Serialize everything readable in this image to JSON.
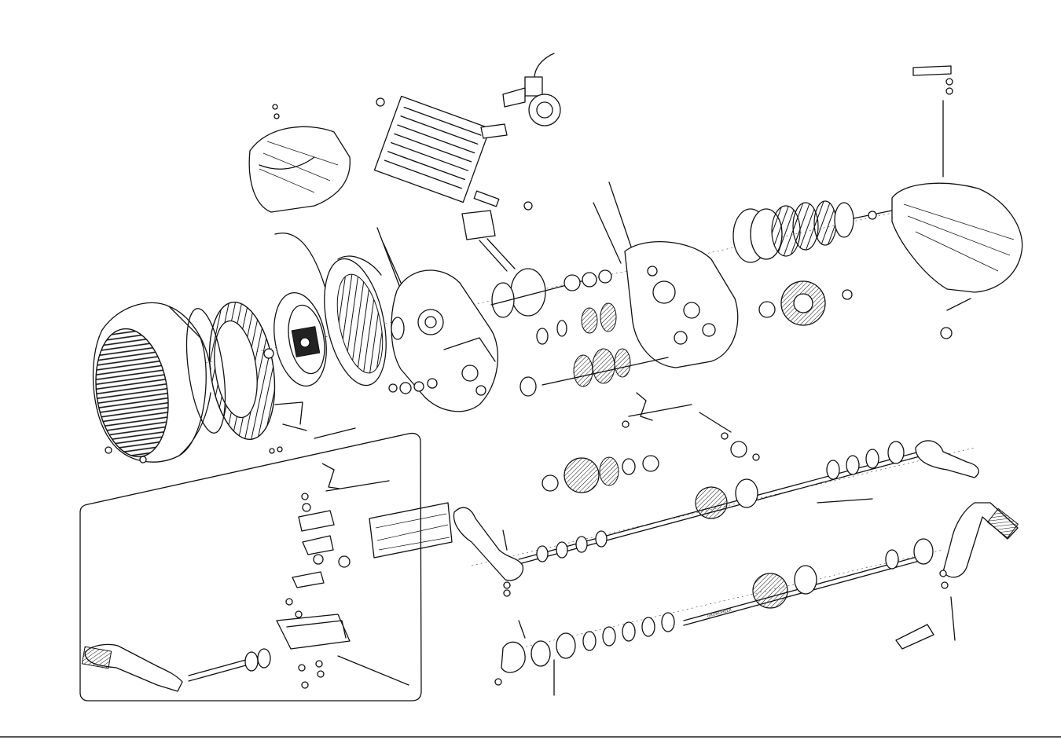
{
  "diagram": {
    "type": "exploded-view",
    "shaft_stamp": "GRONDHEER",
    "assemblies": [
      "fan-cover",
      "flywheel",
      "ignition-stator",
      "left-crankcase",
      "cylinder",
      "cylinder-head",
      "carburetor",
      "crankshaft",
      "right-crankcase",
      "clutch",
      "clutch-cover",
      "gear-cluster",
      "gearshift-mechanism",
      "kickstart-shaft",
      "output-shaft",
      "pedal-crank",
      "kickstart-lever",
      "inset-gearshift-detail"
    ]
  }
}
